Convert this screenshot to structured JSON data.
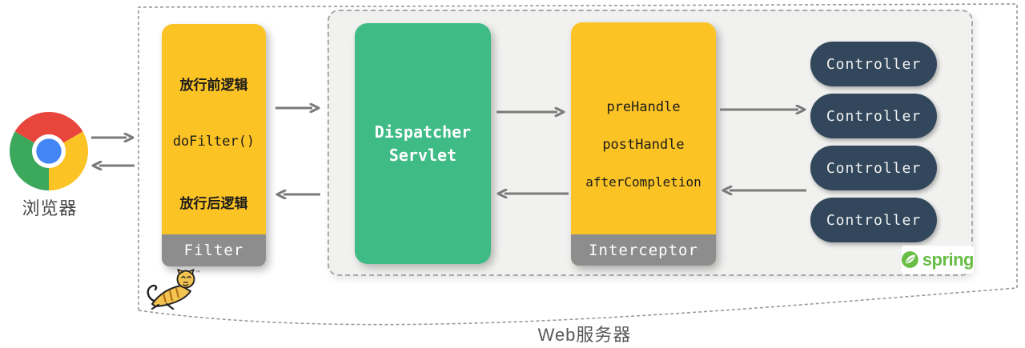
{
  "colors": {
    "accent_yellow": "#FBC324",
    "accent_green": "#3FBB85",
    "controller_navy": "#32475C",
    "footer_gray": "#8D8D8D",
    "arrow_gray": "#7A7A7A",
    "panel_bg": "#F1F1F0",
    "spring_green": "#68BD45",
    "chrome_red": "#E8453C",
    "chrome_yellow": "#FCC324",
    "chrome_green": "#3BA85C",
    "chrome_blue": "#4285F4"
  },
  "browser": {
    "label": "浏览器"
  },
  "filter": {
    "items": [
      "放行前逻辑",
      "doFilter()",
      "放行后逻辑"
    ],
    "label": "Filter"
  },
  "dispatcher": {
    "line1": "Dispatcher",
    "line2": "Servlet"
  },
  "interceptor": {
    "items": [
      "preHandle",
      "postHandle",
      "afterCompletion"
    ],
    "label": "Interceptor"
  },
  "controllers": [
    "Controller",
    "Controller",
    "Controller",
    "Controller"
  ],
  "spring": {
    "label": "spring"
  },
  "tomcat": {
    "tm": "™"
  },
  "server": {
    "label": "Web服务器"
  }
}
